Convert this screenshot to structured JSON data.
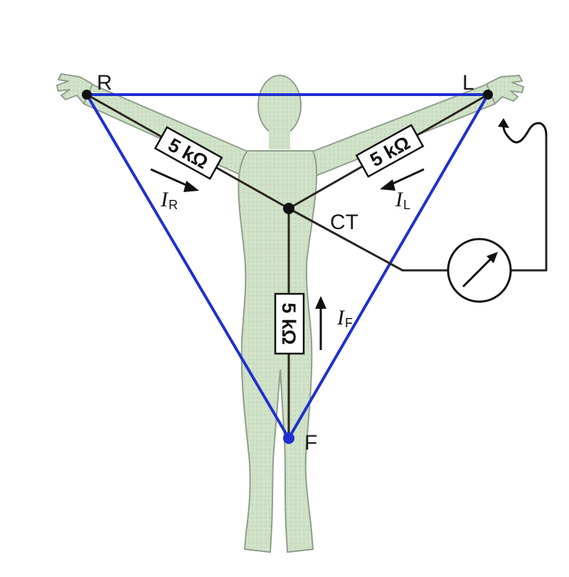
{
  "nodes": {
    "right_arm": "R",
    "left_arm": "L",
    "foot": "F",
    "central_terminal": "CT"
  },
  "resistors": {
    "right": "5 kΩ",
    "left": "5 kΩ",
    "foot": "5 kΩ"
  },
  "currents": {
    "right": {
      "symbol": "I",
      "subscript": "R"
    },
    "left": {
      "symbol": "I",
      "subscript": "L"
    },
    "foot": {
      "symbol": "I",
      "subscript": "F"
    }
  },
  "colors": {
    "triangle": "#1f2fd0",
    "wire": "#2a2420",
    "body_fill": "#cfe1c6",
    "body_stroke": "#8f9f8c",
    "node": "#111111",
    "foot_node": "#1f2fd0"
  },
  "icons": {
    "meter": "galvanometer-icon",
    "lead_end": "curled-lead-arrow-icon"
  }
}
